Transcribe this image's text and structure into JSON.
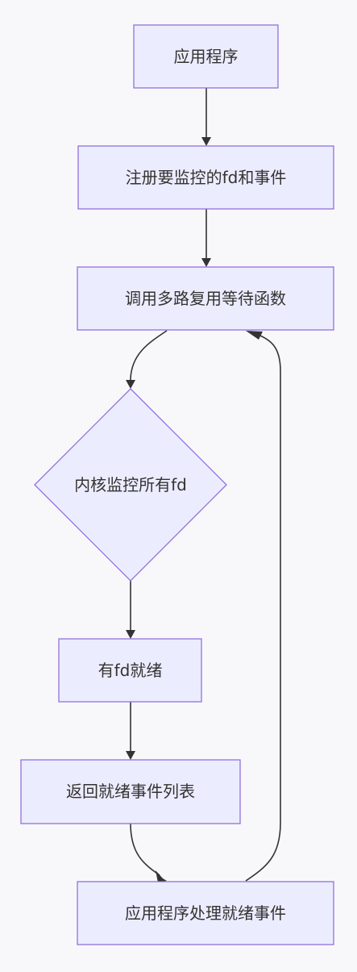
{
  "nodes": {
    "app": "应用程序",
    "register": "注册要监控的fd和事件",
    "call_wait": "调用多路复用等待函数",
    "kernel_monitor": "内核监控所有fd",
    "fd_ready": "有fd就绪",
    "return_list": "返回就绪事件列表",
    "app_handle": "应用程序处理就绪事件"
  },
  "colors": {
    "background": "#f8f8fb",
    "node_fill": "#ececff",
    "node_border": "#9370db",
    "edge": "#333333",
    "text": "#333333"
  }
}
